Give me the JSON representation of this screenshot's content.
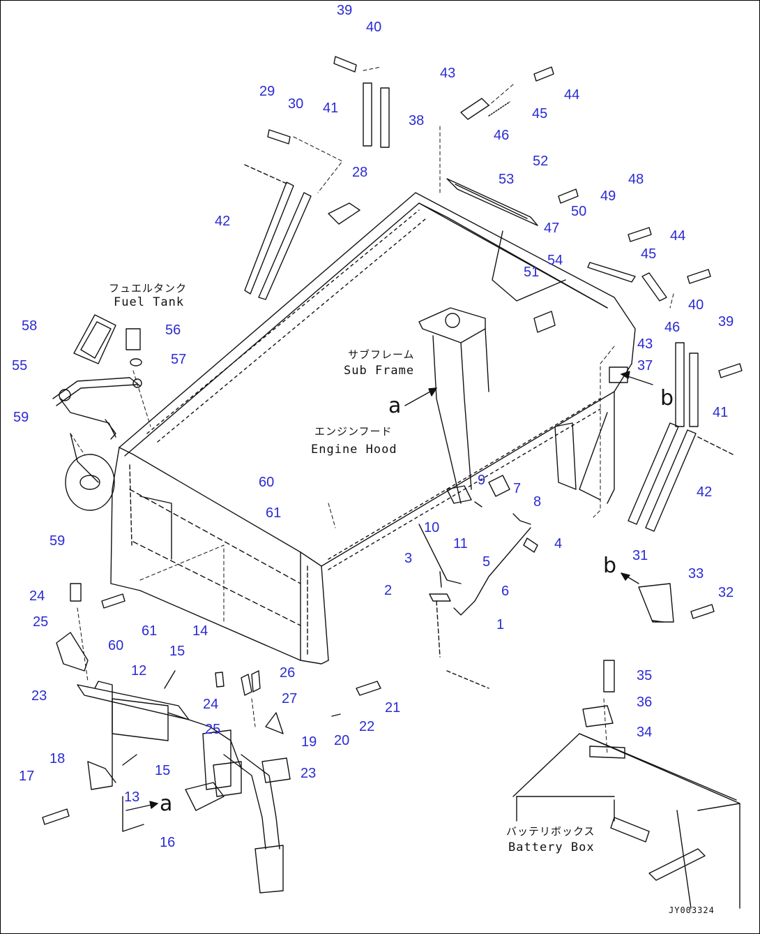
{
  "figure_code": "JY003324",
  "labels": {
    "fuel_tank_jp": "フュエルタンク",
    "fuel_tank_en": "Fuel Tank",
    "sub_frame_jp": "サブフレーム",
    "sub_frame_en": "Sub Frame",
    "engine_hood_jp": "エンジンフード",
    "engine_hood_en": "Engine Hood",
    "battery_box_jp": "バッテリボックス",
    "battery_box_en": "Battery Box"
  },
  "view_refs": {
    "a": "a",
    "b": "b"
  },
  "callouts": [
    "39",
    "40",
    "43",
    "44",
    "45",
    "29",
    "30",
    "41",
    "38",
    "46",
    "28",
    "52",
    "53",
    "48",
    "49",
    "42",
    "50",
    "44",
    "47",
    "45",
    "54",
    "51",
    "40",
    "39",
    "46",
    "43",
    "37",
    "41",
    "42",
    "56",
    "57",
    "58",
    "55",
    "59",
    "60",
    "61",
    "59",
    "9",
    "7",
    "8",
    "10",
    "11",
    "4",
    "5",
    "3",
    "6",
    "2",
    "1",
    "31",
    "33",
    "32",
    "24",
    "25",
    "60",
    "61",
    "14",
    "26",
    "27",
    "15",
    "24",
    "21",
    "22",
    "20",
    "12",
    "19",
    "25",
    "23",
    "23",
    "35",
    "36",
    "34",
    "17",
    "18",
    "15",
    "13",
    "16"
  ],
  "colors": {
    "callout": "#2a2ad4",
    "line": "#111111"
  }
}
